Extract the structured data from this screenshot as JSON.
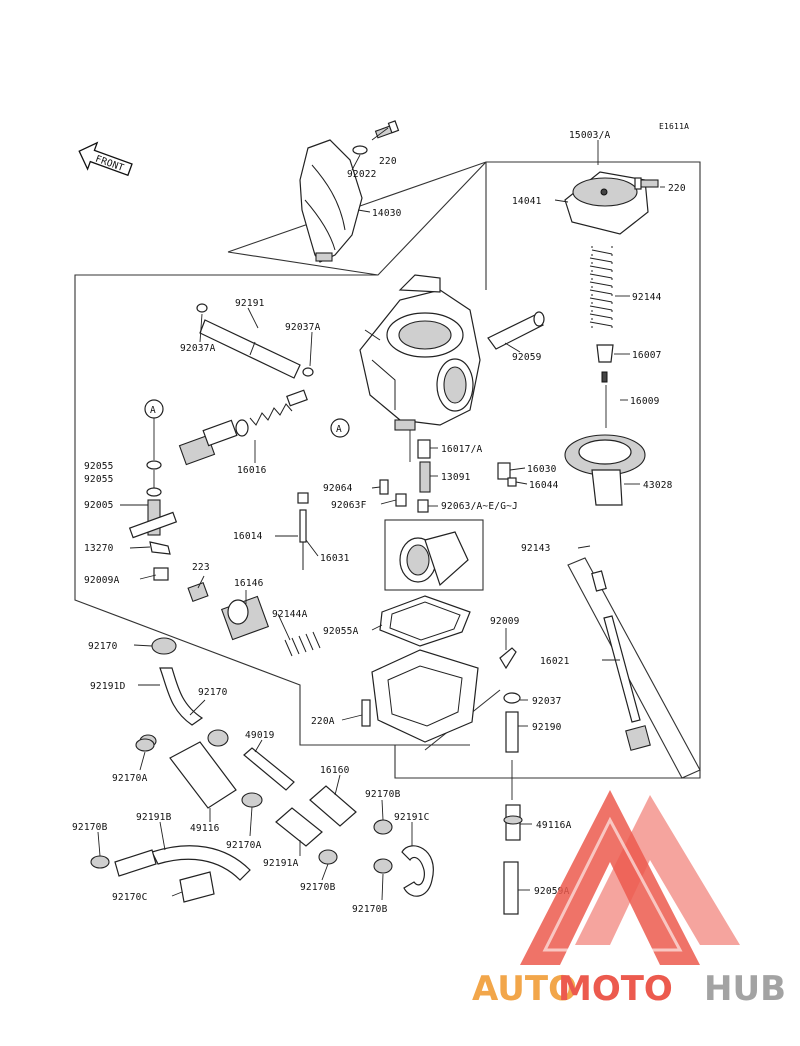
{
  "ref_code": "E1611A",
  "front_label": "FRONT",
  "circle_marker": "A",
  "parts": {
    "p15003A": "15003/A",
    "p14041": "14041",
    "p220_top": "220",
    "p220_cover": "220",
    "p92022": "92022",
    "p14030": "14030",
    "p92144": "92144",
    "p16007": "16007",
    "p16009": "16009",
    "p92191_top": "92191",
    "p92037A_left": "92037A",
    "p92037A_right": "92037A",
    "p92059": "92059",
    "p16016": "16016",
    "p92055_a": "92055",
    "p92055_b": "92055",
    "p92005": "92005",
    "p13270": "13270",
    "p92009A": "92009A",
    "p16017A": "16017/A",
    "p13091": "13091",
    "p16030": "16030",
    "p92064": "92064",
    "p16044": "16044",
    "p43028": "43028",
    "p92063F": "92063F",
    "p92063AEGJ": "92063/A~E/G~J",
    "p16014": "16014",
    "p16031": "16031",
    "p92143": "92143",
    "p223": "223",
    "p16146": "16146",
    "p92144A": "92144A",
    "p92055A": "92055A",
    "p92009": "92009",
    "p16021": "16021",
    "p92170_top": "92170",
    "p92191D": "92191D",
    "p92170_mid": "92170",
    "p92037": "92037",
    "p220A": "220A",
    "p92190": "92190",
    "p49019": "49019",
    "p92170A_left": "92170A",
    "p16160": "16160",
    "p92170B_a": "92170B",
    "p92191C": "92191C",
    "p49116A": "49116A",
    "p92170B_left": "92170B",
    "p92191B": "92191B",
    "p49116": "49116",
    "p92170A_mid": "92170A",
    "p92191A": "92191A",
    "p92170B_b": "92170B",
    "p92059A": "92059A",
    "p92170C": "92170C",
    "p92170B_c": "92170B"
  },
  "watermark": {
    "text_auto": "AUTO",
    "text_moto": "MOTO",
    "text_hub": "HUB",
    "color_orange": "#f2a64a",
    "color_red": "#ec5a4e",
    "color_gray": "#a3a3a3"
  }
}
